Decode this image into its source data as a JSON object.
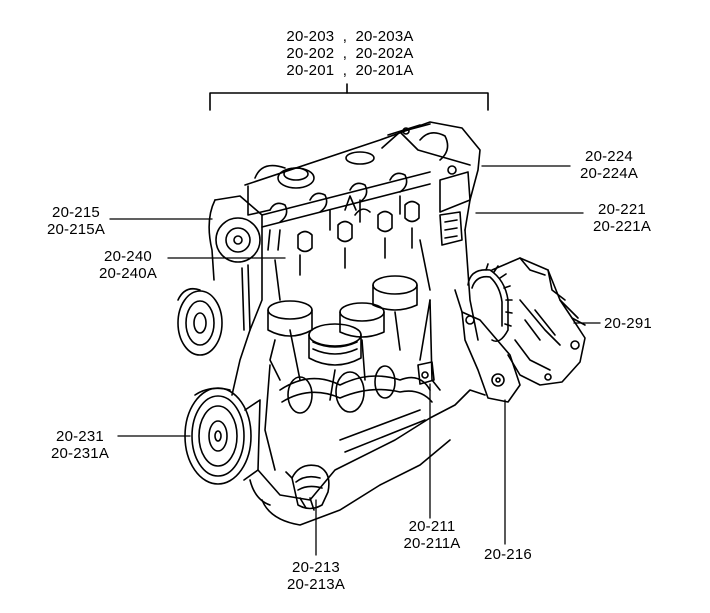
{
  "figure": {
    "callouts": {
      "top_group": {
        "rows": [
          {
            "left": "20-203",
            "sep": ",",
            "right": "20-203A"
          },
          {
            "left": "20-202",
            "sep": ",",
            "right": "20-202A"
          },
          {
            "left": "20-201",
            "sep": ",",
            "right": "20-201A"
          }
        ]
      },
      "timing_cover": {
        "lines": [
          "20-215",
          "20-215A"
        ]
      },
      "valve_train": {
        "lines": [
          "20-240",
          "20-240A"
        ]
      },
      "crank_pulley": {
        "lines": [
          "20-231",
          "20-231A"
        ]
      },
      "oil_filter": {
        "lines": [
          "20-213",
          "20-213A"
        ]
      },
      "oil_pan": {
        "lines": [
          "20-211",
          "20-211A"
        ]
      },
      "engine_mount": {
        "lines": [
          "20-216"
        ]
      },
      "transmission": {
        "lines": [
          "20-291"
        ]
      },
      "rocker_cover": {
        "lines": [
          "20-224",
          "20-224A"
        ]
      },
      "cylinder_head": {
        "lines": [
          "20-221",
          "20-221A"
        ]
      }
    }
  }
}
